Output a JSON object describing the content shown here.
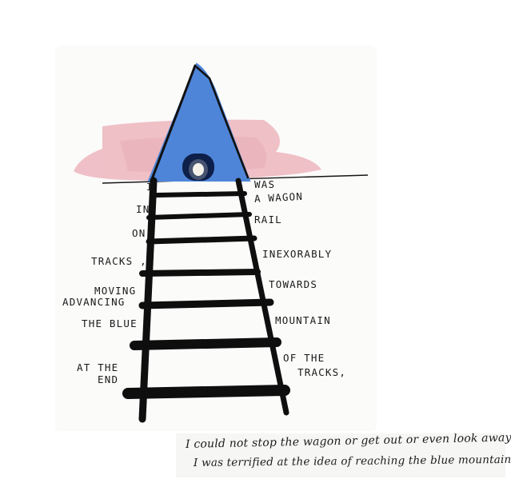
{
  "poem": {
    "left": [
      "I",
      "IN",
      "ON",
      "TRACKS ,",
      "MOVING",
      "ADVANCING",
      "THE BLUE",
      "AT THE",
      "END"
    ],
    "right": [
      "WAS",
      "A WAGON",
      "RAIL",
      "INEXORABLY",
      "TOWARDS",
      "MOUNTAIN",
      "OF THE",
      "TRACKS,"
    ]
  },
  "caption": {
    "line1": "I could not stop the wagon or get out or even look away.",
    "line2": "I was terrified at the idea of reaching the blue mountain"
  },
  "colors": {
    "mountain": "#4f86d9",
    "sky_glow": "#e58a98",
    "ink": "#111111"
  }
}
